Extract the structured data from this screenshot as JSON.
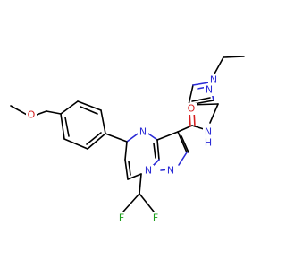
{
  "molecule": {
    "atoms": {
      "O": "O",
      "N_pyr6": "N",
      "N_bridge": "N",
      "N_pz5": "N",
      "N_amide": "N",
      "H_amide": "H",
      "O_carbonyl": "O",
      "N1_ring": "N",
      "N2_ring": "N",
      "F1": "F",
      "F2": "F"
    },
    "colors": {
      "carbon": "#000000",
      "nitrogen": "#2b2bd6",
      "oxygen": "#d61f1f",
      "fluorine": "#1a9e1a"
    }
  }
}
